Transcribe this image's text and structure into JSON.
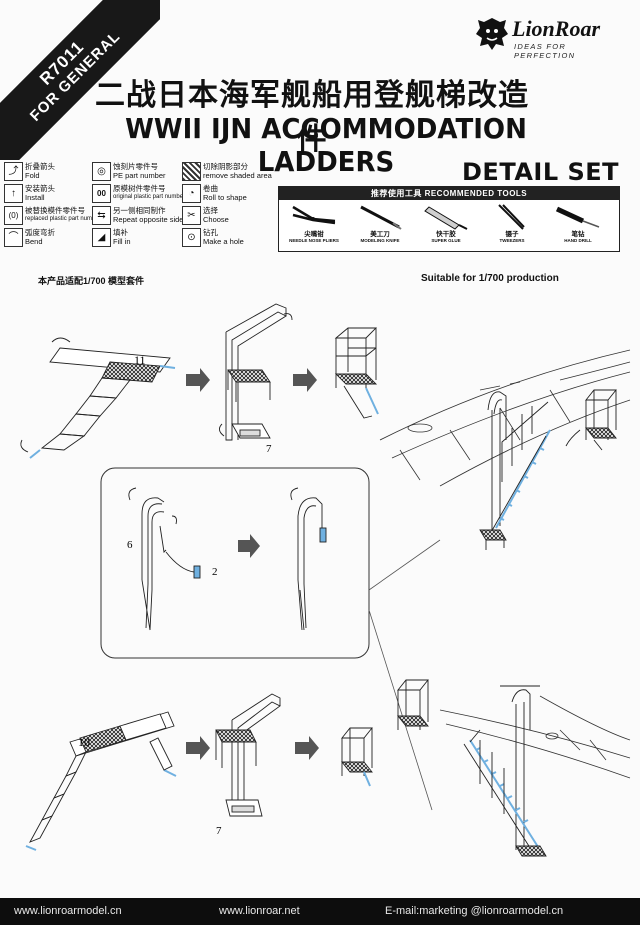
{
  "corner": {
    "code": "R7011",
    "label": "FOR GENERAL"
  },
  "logo": {
    "brand": "LionRoar",
    "tagline": "IDEAS FOR PERFECTION"
  },
  "title_cn": "二战日本海军舰船用登舰梯改造件",
  "title_en": "WWII IJN ACCOMMODATION LADDERS",
  "subtitle": "DETAIL SET",
  "legend": [
    {
      "cn": "折叠箭头",
      "en": "Fold",
      "icon": "fold-arrow-icon"
    },
    {
      "cn": "蚀刻片零件号",
      "en": "PE part number",
      "icon": "pe-number-icon"
    },
    {
      "cn": "切除阴影部分",
      "en": "remove shaded area",
      "icon": "cut-shaded-icon"
    },
    {
      "cn": "安装箭头",
      "en": "Install",
      "icon": "install-arrow-icon"
    },
    {
      "cn": "原模树件零件号",
      "en": "original plastic part number",
      "icon": "plastic-number-icon"
    },
    {
      "cn": "卷曲",
      "en": "Roll to shape",
      "icon": "roll-icon"
    },
    {
      "cn": "被替换模件零件号",
      "en": "replaced plastic part number",
      "icon": "replaced-part-icon"
    },
    {
      "cn": "另一侧相同制作",
      "en": "Repeat opposite side",
      "icon": "repeat-side-icon"
    },
    {
      "cn": "选择",
      "en": "Choose",
      "icon": "choose-icon"
    },
    {
      "cn": "弧度弯折",
      "en": "Bend",
      "icon": "bend-icon"
    },
    {
      "cn": "填补",
      "en": "Fill in",
      "icon": "fill-icon"
    },
    {
      "cn": "钻孔",
      "en": "Make a hole",
      "icon": "drill-hole-icon"
    }
  ],
  "tools": {
    "header": "推荐使用工具 RECOMMENDED TOOLS",
    "items": [
      {
        "cn": "尖嘴钳",
        "en": "NEEDLE NOSE PLIERS",
        "icon": "pliers-icon"
      },
      {
        "cn": "美工刀",
        "en": "MODELING KNIFE",
        "icon": "knife-icon"
      },
      {
        "cn": "快干胶",
        "en": "SUPER GLUE",
        "icon": "glue-icon"
      },
      {
        "cn": "镊子",
        "en": "TWEEZERS",
        "icon": "tweezers-icon"
      },
      {
        "cn": "笔钻",
        "en": "HAND DRILL",
        "icon": "hand-drill-icon"
      }
    ]
  },
  "scale_cn": "本产品适配1/700 模型套件",
  "scale_en": "Suitable for 1/700  production",
  "parts": {
    "top_sheet": "11",
    "bottom_sheet": "10",
    "platform_top": "7",
    "platform_bottom": "7",
    "railing": "6",
    "davit": "2"
  },
  "footer": {
    "site1": "www.lionroarmodel.cn",
    "site2": "www.lionroar.net",
    "email": "E-mail:marketing @lionroarmodel.cn"
  },
  "colors": {
    "ribbon": "#181818",
    "footer": "#0d0d0d",
    "part_blue": "#6fb0e0"
  }
}
